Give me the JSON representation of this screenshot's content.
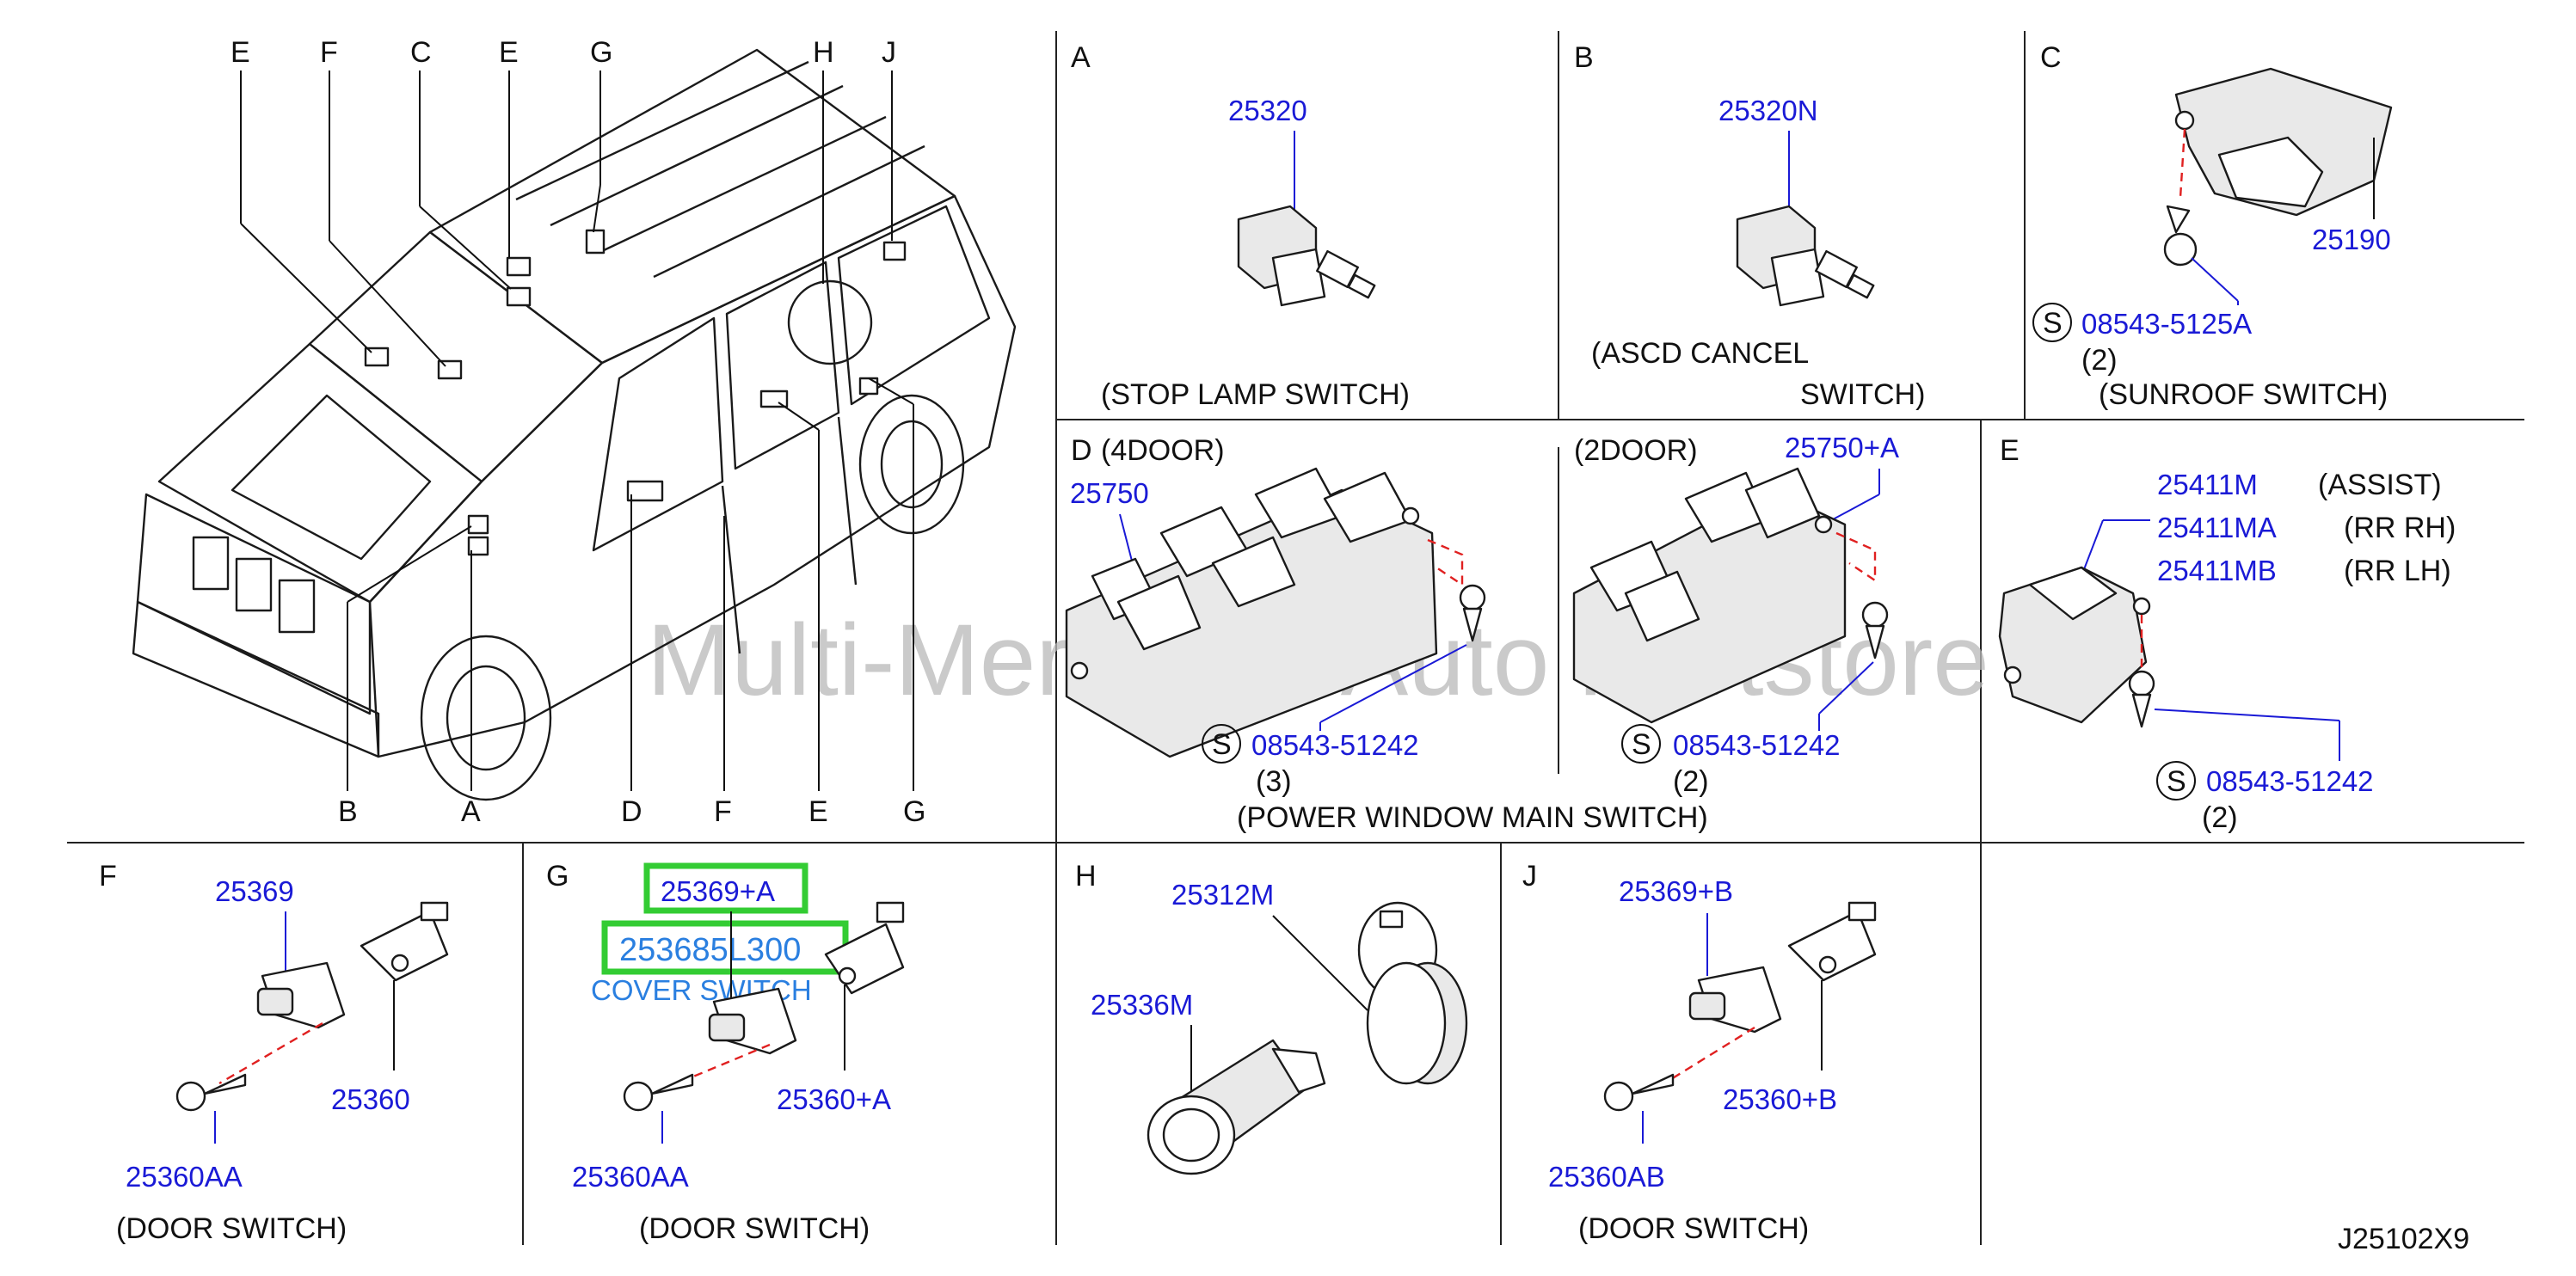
{
  "watermark": "Multi-Merchant Auto Partstore",
  "diagram_code": "J25102X9",
  "overview_labels": {
    "top": [
      "E",
      "F",
      "C",
      "E",
      "G",
      "H",
      "J"
    ],
    "bottom": [
      "B",
      "A",
      "D",
      "F",
      "E",
      "G"
    ]
  },
  "sections": {
    "A": {
      "letter": "A",
      "part": "25320",
      "caption": "(STOP   LAMP   SWITCH)"
    },
    "B": {
      "letter": "B",
      "part": "25320N",
      "caption_line1": "(ASCD   CANCEL",
      "caption_line2": "SWITCH)"
    },
    "C": {
      "letter": "C",
      "part": "25190",
      "screw_symbol": "S",
      "screw_part": "08543-5125A",
      "screw_qty": "(2)",
      "caption": "(SUNROOF   SWITCH)"
    },
    "D": {
      "letter": "D",
      "variant_4door": "(4DOOR)",
      "part_4door": "25750",
      "screw_symbol": "S",
      "screw_part_4door": "08543-51242",
      "screw_qty_4door": "(3)",
      "variant_2door": "(2DOOR)",
      "part_2door": "25750+A",
      "screw_part_2door": "08543-51242",
      "screw_qty_2door": "(2)",
      "caption": "(POWER   WINDOW   MAIN   SWITCH)"
    },
    "E": {
      "letter": "E",
      "parts": [
        {
          "number": "25411M",
          "desc": "(ASSIST)"
        },
        {
          "number": "25411MA",
          "desc": "(RR   RH)"
        },
        {
          "number": "25411MB",
          "desc": "(RR   LH)"
        }
      ],
      "screw_symbol": "S",
      "screw_part": "08543-51242",
      "screw_qty": "(2)"
    },
    "F": {
      "letter": "F",
      "switch_part": "25369",
      "cover_part": "25360",
      "screw_part": "25360AA",
      "caption": "(DOOR   SWITCH)"
    },
    "G": {
      "letter": "G",
      "switch_part": "25369+A",
      "highlight_part": "253685L300",
      "cover_note": "COVER   SWITCH",
      "cover_part": "25360+A",
      "screw_part": "25360AA",
      "caption": "(DOOR   SWITCH)"
    },
    "H": {
      "letter": "H",
      "cap_part": "25312M",
      "body_part": "25336M"
    },
    "J": {
      "letter": "J",
      "switch_part": "25369+B",
      "cover_part": "25360+B",
      "screw_part": "25360AB",
      "caption": "(DOOR   SWITCH)"
    }
  }
}
